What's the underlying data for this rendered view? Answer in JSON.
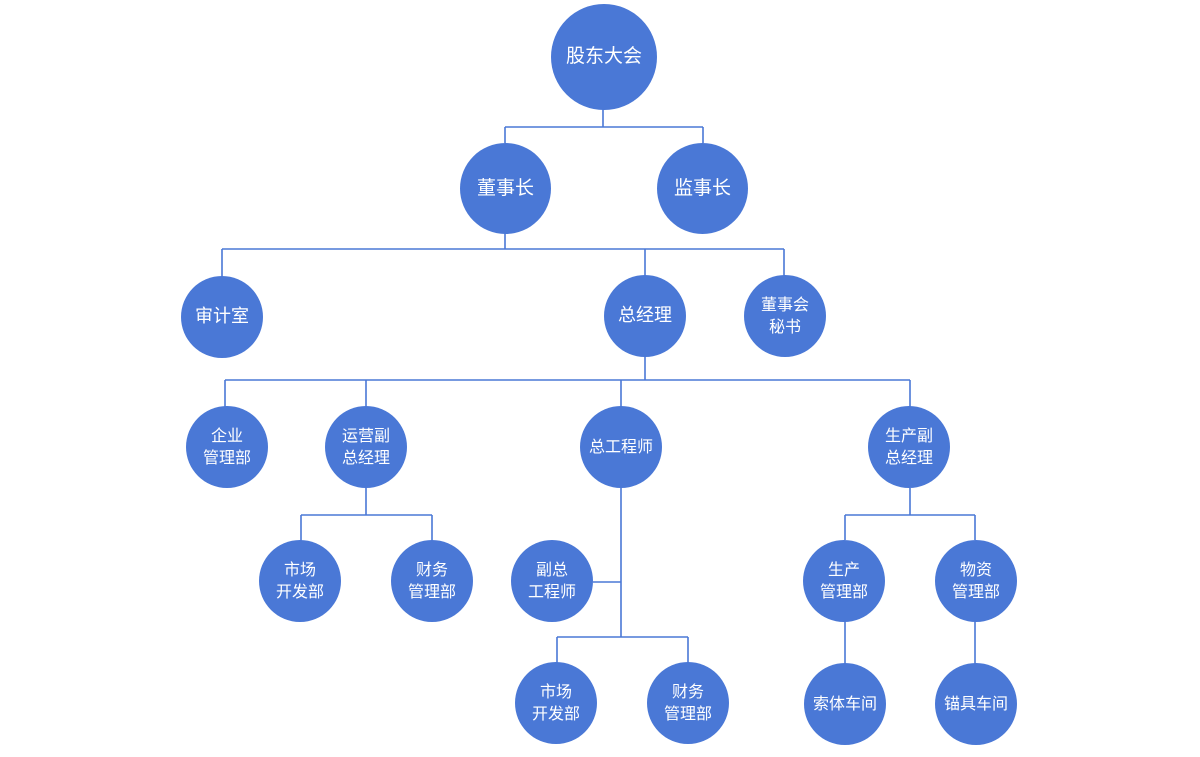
{
  "nodes": {
    "shareholders": [
      "股东大会"
    ],
    "chairman": [
      "董事长"
    ],
    "supervisor": [
      "监事长"
    ],
    "audit": [
      "审计室"
    ],
    "gm": [
      "总经理"
    ],
    "board_secretary": [
      "董事会",
      "秘书"
    ],
    "enterprise_mgmt": [
      "企业",
      "管理部"
    ],
    "ops_vgm": [
      "运营副",
      "总经理"
    ],
    "chief_engineer": [
      "总工程师"
    ],
    "prod_vgm": [
      "生产副",
      "总经理"
    ],
    "market_dev_1": [
      "市场",
      "开发部"
    ],
    "finance_1": [
      "财务",
      "管理部"
    ],
    "deputy_chief_engineer": [
      "副总",
      "工程师"
    ],
    "production_mgmt": [
      "生产",
      "管理部"
    ],
    "materials_mgmt": [
      "物资",
      "管理部"
    ],
    "market_dev_2": [
      "市场",
      "开发部"
    ],
    "finance_2": [
      "财务",
      "管理部"
    ],
    "cable_workshop": [
      "索体车间"
    ],
    "anchor_workshop": [
      "锚具车间"
    ]
  },
  "colors": {
    "node_fill": "#4a78d6",
    "node_text": "#ffffff",
    "connector": "#4a78d6"
  }
}
